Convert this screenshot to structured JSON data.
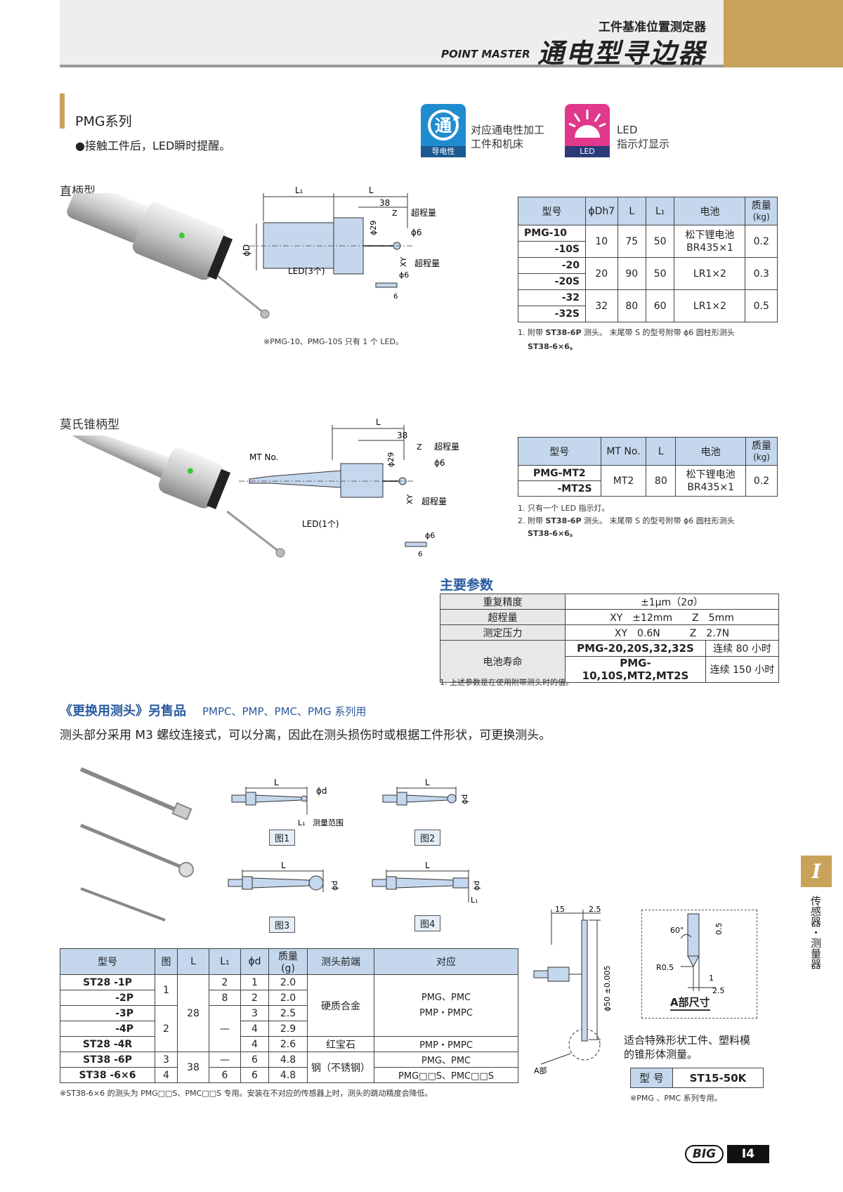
{
  "header": {
    "subtitle": "工件基准位置测定器",
    "title": "通电型寻边器",
    "brand_en": "POINT MASTER"
  },
  "section": {
    "title": "PMG系列",
    "description": "●接触工件后，LED瞬时提醒。"
  },
  "icons": [
    {
      "glyph": "通",
      "badge": "导电性",
      "text1": "对应通电性加工",
      "text2": "工件和机床",
      "color": "#1f8cd0"
    },
    {
      "badge": "LED",
      "text1": "LED",
      "text2": "指示灯显示",
      "color": "#e0388a"
    }
  ],
  "straight": {
    "label": "直柄型",
    "dims": {
      "L1": "L₁",
      "L": "L",
      "d38": "38",
      "z": "Z",
      "overtravel": "超程量",
      "phi6": "ϕ6",
      "phi29": "ϕ29",
      "phiD": "ϕD",
      "xy": "XY",
      "led": "LED(3个)",
      "phi6b": "ϕ6",
      "six": "6"
    },
    "footnote": "※PMG-10、PMG-10S 只有 1 个 LED。",
    "table": {
      "headers": [
        "型号",
        "ϕDh7",
        "L",
        "L₁",
        "电池",
        "质量",
        "(kg)"
      ],
      "rows": [
        {
          "model": [
            "PMG-10",
            "-10S"
          ],
          "d": "10",
          "L": "75",
          "L1": "50",
          "battery": [
            "松下锂电池",
            "BR435×1"
          ],
          "mass": "0.2"
        },
        {
          "model": [
            "-20",
            "-20S"
          ],
          "d": "20",
          "L": "90",
          "L1": "50",
          "battery": [
            "LR1×2"
          ],
          "mass": "0.3"
        },
        {
          "model": [
            "-32",
            "-32S"
          ],
          "d": "32",
          "L": "80",
          "L1": "60",
          "battery": [
            "LR1×2"
          ],
          "mass": "0.5"
        }
      ],
      "note1a": "1. 附带 ",
      "note1b": "ST38-6P",
      "note1c": " 测头。 末尾带 S 的型号附带 ϕ6 圆柱形测头",
      "note2": "ST38-6×6。"
    }
  },
  "morse": {
    "label": "莫氏锥柄型",
    "dims": {
      "L": "L",
      "d38": "38",
      "z": "Z",
      "overtravel": "超程量",
      "phi6": "ϕ6",
      "phi29": "ϕ29",
      "mt": "MT No.",
      "xy": "XY",
      "led": "LED(1个)",
      "phi6b": "ϕ6",
      "six": "6"
    },
    "table": {
      "headers": [
        "型号",
        "MT No.",
        "L",
        "电池",
        "质量",
        "(kg)"
      ],
      "model": [
        "PMG-MT2",
        "-MT2S"
      ],
      "mt": "MT2",
      "L": "80",
      "battery": [
        "松下锂电池",
        "BR435×1"
      ],
      "mass": "0.2",
      "note1": "1. 只有一个 LED 指示灯。",
      "note2a": "2. 附带 ",
      "note2b": "ST38-6P",
      "note2c": " 测头。 末尾带 S 的型号附带 ϕ6 圆柱形测头",
      "note3": "ST38-6×6。"
    }
  },
  "params": {
    "title": "主要参数",
    "rows": [
      {
        "label": "重复精度",
        "value": "±1μm（2σ）"
      },
      {
        "label": "超程量",
        "value": "XY　±12mm　　Z　5mm"
      },
      {
        "label": "测定压力",
        "value": "XY　0.6N　　　Z　2.7N"
      }
    ],
    "battery_label": "电池寿命",
    "battery": [
      {
        "models": "PMG-20,20S,32,32S",
        "life": "连续 80 小时"
      },
      {
        "models": "PMG-10,10S,MT2,MT2S",
        "life": "连续 150 小时"
      }
    ],
    "note": "1. 上述参数是在使用附带测头时的值。"
  },
  "probes": {
    "title": "《更换用测头》另售品",
    "subtitle": "PMPC、PMP、PMC、PMG 系列用",
    "description": "测头部分采用 M3 螺纹连接式，可以分离，因此在测头损伤时或根据工件形状，可更换测头。",
    "figs": [
      "图1",
      "图2",
      "图3",
      "图4"
    ],
    "dims": {
      "L": "L",
      "phid": "ϕd",
      "L1": "L₁",
      "range": "测量范围"
    },
    "table": {
      "headers": [
        "型号",
        "图",
        "L",
        "L₁",
        "ϕd",
        "质量 (g)",
        "测头前端",
        "对应"
      ],
      "rows": [
        {
          "model": "ST28 -1P",
          "L1": "2",
          "d": "1",
          "g": "2.0"
        },
        {
          "model": "-2P",
          "L1": "8",
          "d": "2",
          "g": "2.0"
        },
        {
          "model": "-3P",
          "L1": "",
          "d": "3",
          "g": "2.5"
        },
        {
          "model": "-4P",
          "L1": "",
          "d": "4",
          "g": "2.9"
        },
        {
          "model": "ST28 -4R",
          "L1": "",
          "d": "4",
          "g": "2.6"
        },
        {
          "model": "ST38 -6P",
          "L1": "",
          "d": "6",
          "g": "4.8"
        },
        {
          "model": "ST38 -6×6",
          "L1": "6",
          "d": "6",
          "g": "4.8"
        }
      ],
      "fig_a": "1",
      "fig_b": "2",
      "fig_c": "3",
      "fig_d": "4",
      "L_a": "28",
      "L_b": "38",
      "dash": "—",
      "tip_hard": "硬质合金",
      "tip_ruby": "红宝石",
      "tip_steel": "钢（不锈钢）",
      "comp_a": "PMG、PMC",
      "comp_b": "PMP・PMPC",
      "comp_c": "PMP・PMPC",
      "comp_d": "PMG、PMC",
      "comp_e": "PMG□□S、PMC□□S",
      "footnote": "※ST38-6×6 的测头为 PMG□□S、PMC□□S 专用。安装在不对应的传感器上时，测头的跳动精度会降低。"
    }
  },
  "st15": {
    "dims": {
      "d15": "15",
      "d25": "2.5",
      "phi50": "ϕ50 ±0.005",
      "apart": "A部",
      "ang": "60°",
      "r": "R0.5",
      "h05": "0.5",
      "one": "1",
      "w25": "2.5"
    },
    "detail_title": "A部尺寸",
    "desc1": "适合特殊形状工件、塑料模",
    "desc2": "的锥形体测量。",
    "model_label": "型 号",
    "model": "ST15-50K",
    "note": "※PMG 、PMC 系列专用。"
  },
  "side_tab": {
    "roman": "I",
    "text": "传感器・测量器"
  },
  "footer": {
    "logo": "BIG",
    "page": "I4"
  }
}
